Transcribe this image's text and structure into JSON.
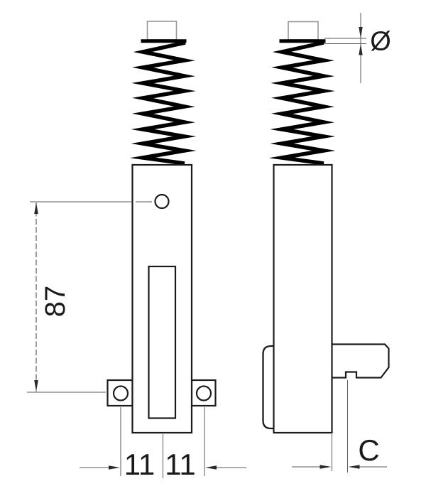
{
  "drawing": {
    "kind": "technical-drawing-two-views",
    "dimensions": {
      "height": "87",
      "tab_left": "11",
      "tab_right": "11",
      "latch_offset": "C",
      "diameter_symbol": "Ø"
    },
    "colors": {
      "background": "#ffffff",
      "outline": "#1b1b1b",
      "spring": "#000000",
      "dimension_lines": "#5a5a5a",
      "text": "#1a1a1a"
    }
  }
}
